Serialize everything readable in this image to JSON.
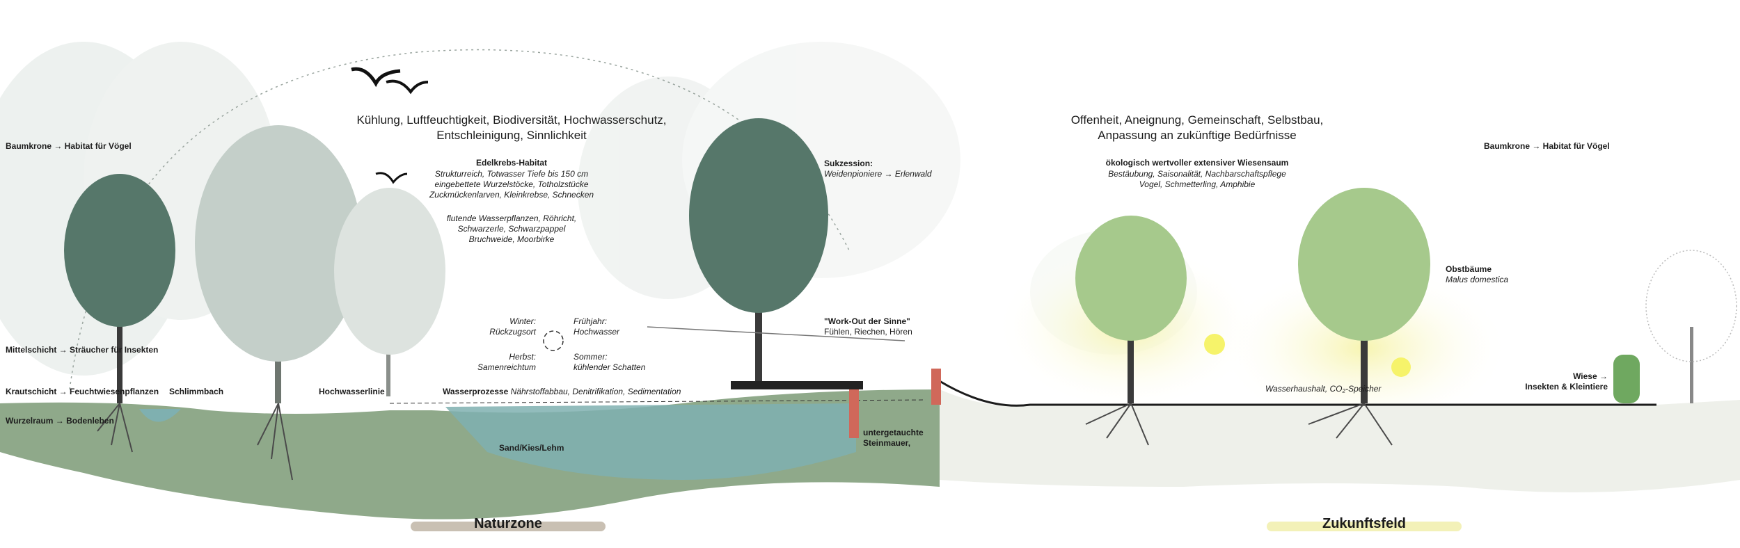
{
  "naturzone": {
    "headline_l1": "Kühlung, Luftfeuchtigkeit, Biodiversität, Hochwasserschutz,",
    "headline_l2": "Entschleinigung, Sinnlichkeit",
    "habitat_title": "Edelkrebs-Habitat",
    "habitat_l1": "Strukturreich, Totwasser Tiefe bis 150 cm",
    "habitat_l2": "eingebettete Wurzelstöcke, Totholzstücke",
    "habitat_l3": "Zuckmückenlarven, Kleinkrebse, Schnecken",
    "plants_l1": "flutende Wasserpflanzen, Röhricht,",
    "plants_l2": "Schwarzerle, Schwarzpappel",
    "plants_l3": "Bruchweide, Moorbirke",
    "baumkrone": "Baumkrone → Habitat für Vögel",
    "mittelschicht": "Mittelschicht → Sträucher für Insekten",
    "krautschicht": "Krautschicht → Feuchtwiesenpflanzen",
    "schlimmbach": "Schlimmbach",
    "hochwasserlinie": "Hochwasserlinie",
    "wurzelraum": "Wurzelraum → Bodenleben",
    "wasserprozesse_title": "Wasserprozesse",
    "wasserprozesse_text": "Nährstoffabbau, Denitrifikation, Sedimentation",
    "sand": "Sand/Kies/Lehm",
    "season_winter_1": "Winter:",
    "season_winter_2": "Rückzugsort",
    "season_spring_1": "Frühjahr:",
    "season_spring_2": "Hochwasser",
    "season_autumn_1": "Herbst:",
    "season_autumn_2": "Samenreichtum",
    "season_summer_1": "Sommer:",
    "season_summer_2": "kühlender Schatten",
    "sukzession_title": "Sukzession:",
    "sukzession_text": "Weidenpioniere → Erlenwald",
    "workout_title": "\"Work-Out der Sinne\"",
    "workout_text": "Fühlen, Riechen, Hören",
    "steinmauer_l1": "untergetauchte",
    "steinmauer_l2": "Steinmauer,",
    "zone_label": "Naturzone",
    "zone_color": "#c9c0b3"
  },
  "zukunftsfeld": {
    "headline_l1": "Offenheit, Aneignung, Gemeinschaft, Selbstbau,",
    "headline_l2": "Anpassung an zukünftige Bedürfnisse",
    "wiesen_title": "ökologisch wertvoller extensiver Wiesensaum",
    "wiesen_l1": "Bestäubung, Saisonalität, Nachbarschaftspflege",
    "wiesen_l2": "Vogel, Schmetterling, Amphibie",
    "baumkrone": "Baumkrone → Habitat für Vögel",
    "obst_title": "Obstbäume",
    "obst_text": "Malus domestica",
    "wasserhaushalt": "Wasserhaushalt, CO₂-Speicher",
    "wiese_l1": "Wiese →",
    "wiese_l2": "Insekten & Kleintiere",
    "zone_label": "Zukunftsfeld",
    "zone_color": "#f3f1b8"
  },
  "colors": {
    "ground": "#8fa98a",
    "water": "#7fb0b0",
    "tree_dark": "#56776a",
    "tree_light": "#a6c98c",
    "tree_grey": "#c4cfc9",
    "wall": "#d0685a"
  }
}
